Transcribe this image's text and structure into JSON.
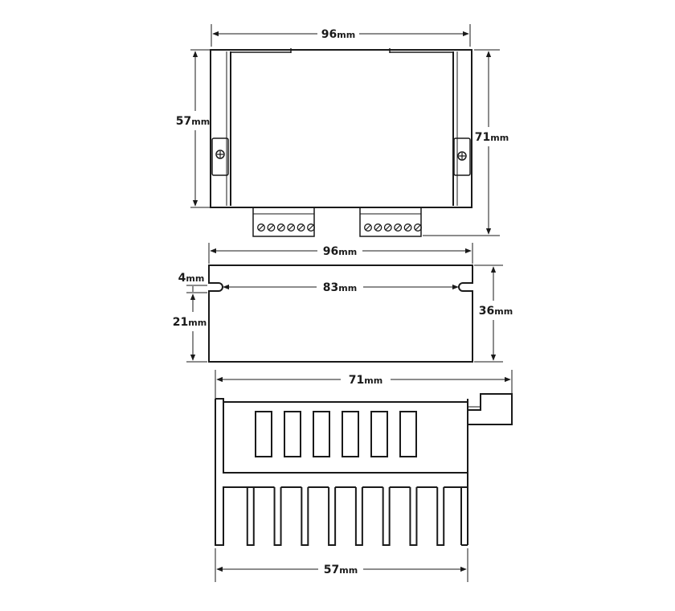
{
  "colors": {
    "ink": "#1a1a1a",
    "background": "#ffffff"
  },
  "top_view": {
    "dim_width": {
      "value": "96",
      "unit": "mm"
    },
    "dim_height_inner": {
      "value": "57",
      "unit": "mm"
    },
    "dim_height_outer": {
      "value": "71",
      "unit": "mm"
    },
    "connector_left_pins": 6,
    "connector_right_pins": 6
  },
  "side_view": {
    "dim_width": {
      "value": "96",
      "unit": "mm"
    },
    "dim_slot": {
      "value": "4",
      "unit": "mm"
    },
    "dim_hole_spacing": {
      "value": "83",
      "unit": "mm"
    },
    "dim_body": {
      "value": "21",
      "unit": "mm"
    },
    "dim_height": {
      "value": "36",
      "unit": "mm"
    }
  },
  "end_view": {
    "dim_width": {
      "value": "71",
      "unit": "mm"
    },
    "dim_base": {
      "value": "57",
      "unit": "mm"
    },
    "window_count": 6,
    "fin_count": 9
  }
}
